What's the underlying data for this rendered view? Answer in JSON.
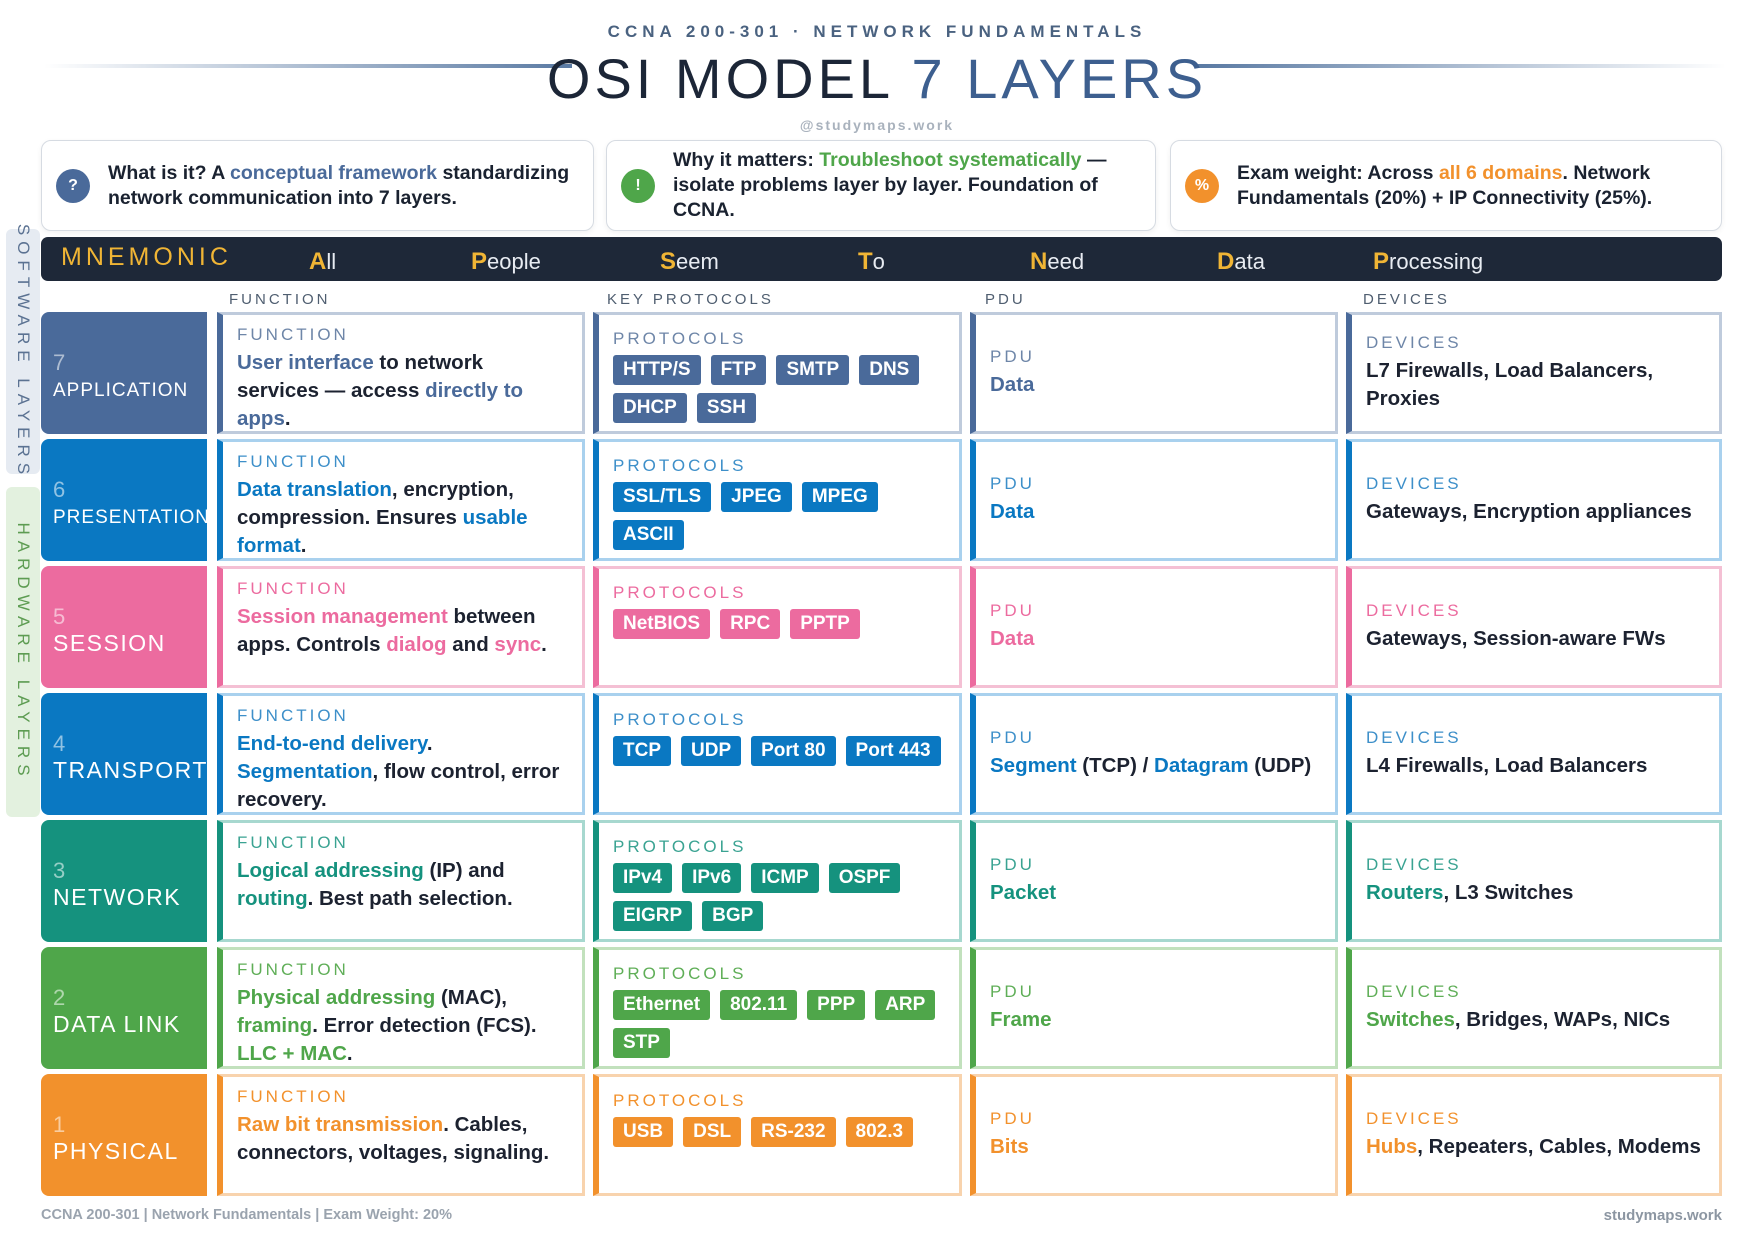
{
  "header": {
    "supertitle": "CCNA 200-301 · NETWORK FUNDAMENTALS",
    "title_main": "OSI MODEL",
    "title_accent": "7 LAYERS",
    "handle": "@studymaps.work"
  },
  "info_cards": [
    {
      "icon": "question-icon",
      "icon_glyph": "?",
      "color": "#4a6a9a",
      "parts": [
        {
          "t": "What is it? A ",
          "c": ""
        },
        {
          "t": "conceptual framework",
          "c": "#4a6a9a"
        },
        {
          "t": " standardizing network communication into 7 layers.",
          "c": ""
        }
      ]
    },
    {
      "icon": "exclamation-icon",
      "icon_glyph": "!",
      "color": "#4fa64a",
      "parts": [
        {
          "t": "Why it matters: ",
          "c": ""
        },
        {
          "t": "Troubleshoot systematically",
          "c": "#4fa64a"
        },
        {
          "t": " — isolate problems layer by layer. Foundation of CCNA.",
          "c": ""
        }
      ]
    },
    {
      "icon": "percent-icon",
      "icon_glyph": "%",
      "color": "#f2912c",
      "parts": [
        {
          "t": "Exam weight: Across ",
          "c": ""
        },
        {
          "t": "all 6 domains",
          "c": "#f2912c"
        },
        {
          "t": ". Network Fundamentals (20%) + IP Connectivity (25%).",
          "c": ""
        }
      ]
    }
  ],
  "side_labels": {
    "software": "SOFTWARE LAYERS",
    "hardware": "HARDWARE LAYERS"
  },
  "mnemonic": {
    "label": "MNEMONIC",
    "words": [
      {
        "first": "A",
        "rest": "ll"
      },
      {
        "first": "P",
        "rest": "eople"
      },
      {
        "first": "S",
        "rest": "eem"
      },
      {
        "first": "T",
        "rest": "o"
      },
      {
        "first": "N",
        "rest": "eed"
      },
      {
        "first": "D",
        "rest": "ata"
      },
      {
        "first": "P",
        "rest": "rocessing"
      }
    ]
  },
  "column_headers": {
    "function": "FUNCTION",
    "protocols": "KEY PROTOCOLS",
    "pdu": "PDU",
    "devices": "DEVICES"
  },
  "cell_captions": {
    "function": "FUNCTION",
    "protocols": "PROTOCOLS",
    "pdu": "PDU",
    "devices": "DEVICES"
  },
  "layers": [
    {
      "num": "7",
      "name": "APPLICATION",
      "color": "#4a6a9a",
      "border": "#bfcbdc",
      "light_cap": "#6e86a8",
      "function": [
        {
          "t": "User interface",
          "h": true
        },
        {
          "t": " to network services — access ",
          "h": false
        },
        {
          "t": "directly to apps",
          "h": true
        },
        {
          "t": ".",
          "h": false
        }
      ],
      "protocols": [
        "HTTP/S",
        "FTP",
        "SMTP",
        "DNS",
        "DHCP",
        "SSH"
      ],
      "pdu": [
        {
          "t": "Data",
          "h": true
        }
      ],
      "devices": [
        {
          "t": "L7 Firewalls, Load Balancers, Proxies",
          "h": false
        }
      ]
    },
    {
      "num": "6",
      "name": "PRESENTATION",
      "color": "#0a78c2",
      "border": "#a9d1ee",
      "light_cap": "#3d8fc9",
      "function": [
        {
          "t": "Data translation",
          "h": true
        },
        {
          "t": ", encryption, compression. Ensures ",
          "h": false
        },
        {
          "t": "usable format",
          "h": true
        },
        {
          "t": ".",
          "h": false
        }
      ],
      "protocols": [
        "SSL/TLS",
        "JPEG",
        "MPEG",
        "ASCII"
      ],
      "pdu": [
        {
          "t": "Data",
          "h": true
        }
      ],
      "devices": [
        {
          "t": "Gateways, Encryption appliances",
          "h": false
        }
      ]
    },
    {
      "num": "5",
      "name": "SESSION",
      "color": "#ec6b9f",
      "border": "#f4c0d4",
      "light_cap": "#ec6b9f",
      "function": [
        {
          "t": "Session management",
          "h": true
        },
        {
          "t": " between apps. Controls ",
          "h": false
        },
        {
          "t": "dialog",
          "h": true
        },
        {
          "t": " and ",
          "h": false
        },
        {
          "t": "sync",
          "h": true
        },
        {
          "t": ".",
          "h": false
        }
      ],
      "protocols": [
        "NetBIOS",
        "RPC",
        "PPTP"
      ],
      "pdu": [
        {
          "t": "Data",
          "h": true
        }
      ],
      "devices": [
        {
          "t": "Gateways, Session-aware FWs",
          "h": false
        }
      ]
    },
    {
      "num": "4",
      "name": "TRANSPORT",
      "color": "#0a78c2",
      "border": "#a9d1ee",
      "light_cap": "#3d8fc9",
      "function": [
        {
          "t": "End-to-end delivery",
          "h": true
        },
        {
          "t": ". ",
          "h": false
        },
        {
          "t": "Segmentation",
          "h": true
        },
        {
          "t": ", flow control, error recovery.",
          "h": false
        }
      ],
      "protocols": [
        "TCP",
        "UDP",
        "Port 80",
        "Port 443"
      ],
      "pdu": [
        {
          "t": "Segment",
          "h": true
        },
        {
          "t": " (TCP) / ",
          "h": false
        },
        {
          "t": "Datagram",
          "h": true
        },
        {
          "t": " (UDP)",
          "h": false
        }
      ],
      "devices": [
        {
          "t": "L4 Firewalls, Load Balancers",
          "h": false
        }
      ]
    },
    {
      "num": "3",
      "name": "NETWORK",
      "color": "#15927e",
      "border": "#a7d8cf",
      "light_cap": "#3aa392",
      "function": [
        {
          "t": "Logical addressing",
          "h": true
        },
        {
          "t": " (IP) and ",
          "h": false
        },
        {
          "t": "routing",
          "h": true
        },
        {
          "t": ". Best path selection.",
          "h": false
        }
      ],
      "protocols": [
        "IPv4",
        "IPv6",
        "ICMP",
        "OSPF",
        "EIGRP",
        "BGP"
      ],
      "pdu": [
        {
          "t": "Packet",
          "h": true
        }
      ],
      "devices": [
        {
          "t": "Routers",
          "h": true
        },
        {
          "t": ", L3 Switches",
          "h": false
        }
      ]
    },
    {
      "num": "2",
      "name": "DATA LINK",
      "color": "#4fa64a",
      "border": "#c2e1bd",
      "light_cap": "#5fae57",
      "function": [
        {
          "t": "Physical addressing",
          "h": true
        },
        {
          "t": " (MAC), ",
          "h": false
        },
        {
          "t": "framing",
          "h": true
        },
        {
          "t": ". Error detection (FCS). ",
          "h": false
        },
        {
          "t": "LLC + MAC",
          "h": true
        },
        {
          "t": ".",
          "h": false
        }
      ],
      "protocols": [
        "Ethernet",
        "802.11",
        "PPP",
        "ARP",
        "STP"
      ],
      "pdu": [
        {
          "t": "Frame",
          "h": true
        }
      ],
      "devices": [
        {
          "t": "Switches",
          "h": true
        },
        {
          "t": ", Bridges, WAPs, NICs",
          "h": false
        }
      ]
    },
    {
      "num": "1",
      "name": "PHYSICAL",
      "color": "#f2912c",
      "border": "#f8d3ad",
      "light_cap": "#f2912c",
      "function": [
        {
          "t": "Raw bit transmission",
          "h": true
        },
        {
          "t": ". Cables, connectors, voltages, signaling.",
          "h": false
        }
      ],
      "protocols": [
        "USB",
        "DSL",
        "RS-232",
        "802.3"
      ],
      "pdu": [
        {
          "t": "Bits",
          "h": true
        }
      ],
      "devices": [
        {
          "t": "Hubs",
          "h": true
        },
        {
          "t": ", Repeaters, Cables, Modems",
          "h": false
        }
      ]
    }
  ],
  "footer": {
    "left": "CCNA 200-301 | Network Fundamentals | Exam Weight: 20%",
    "right": "studymaps.work"
  }
}
